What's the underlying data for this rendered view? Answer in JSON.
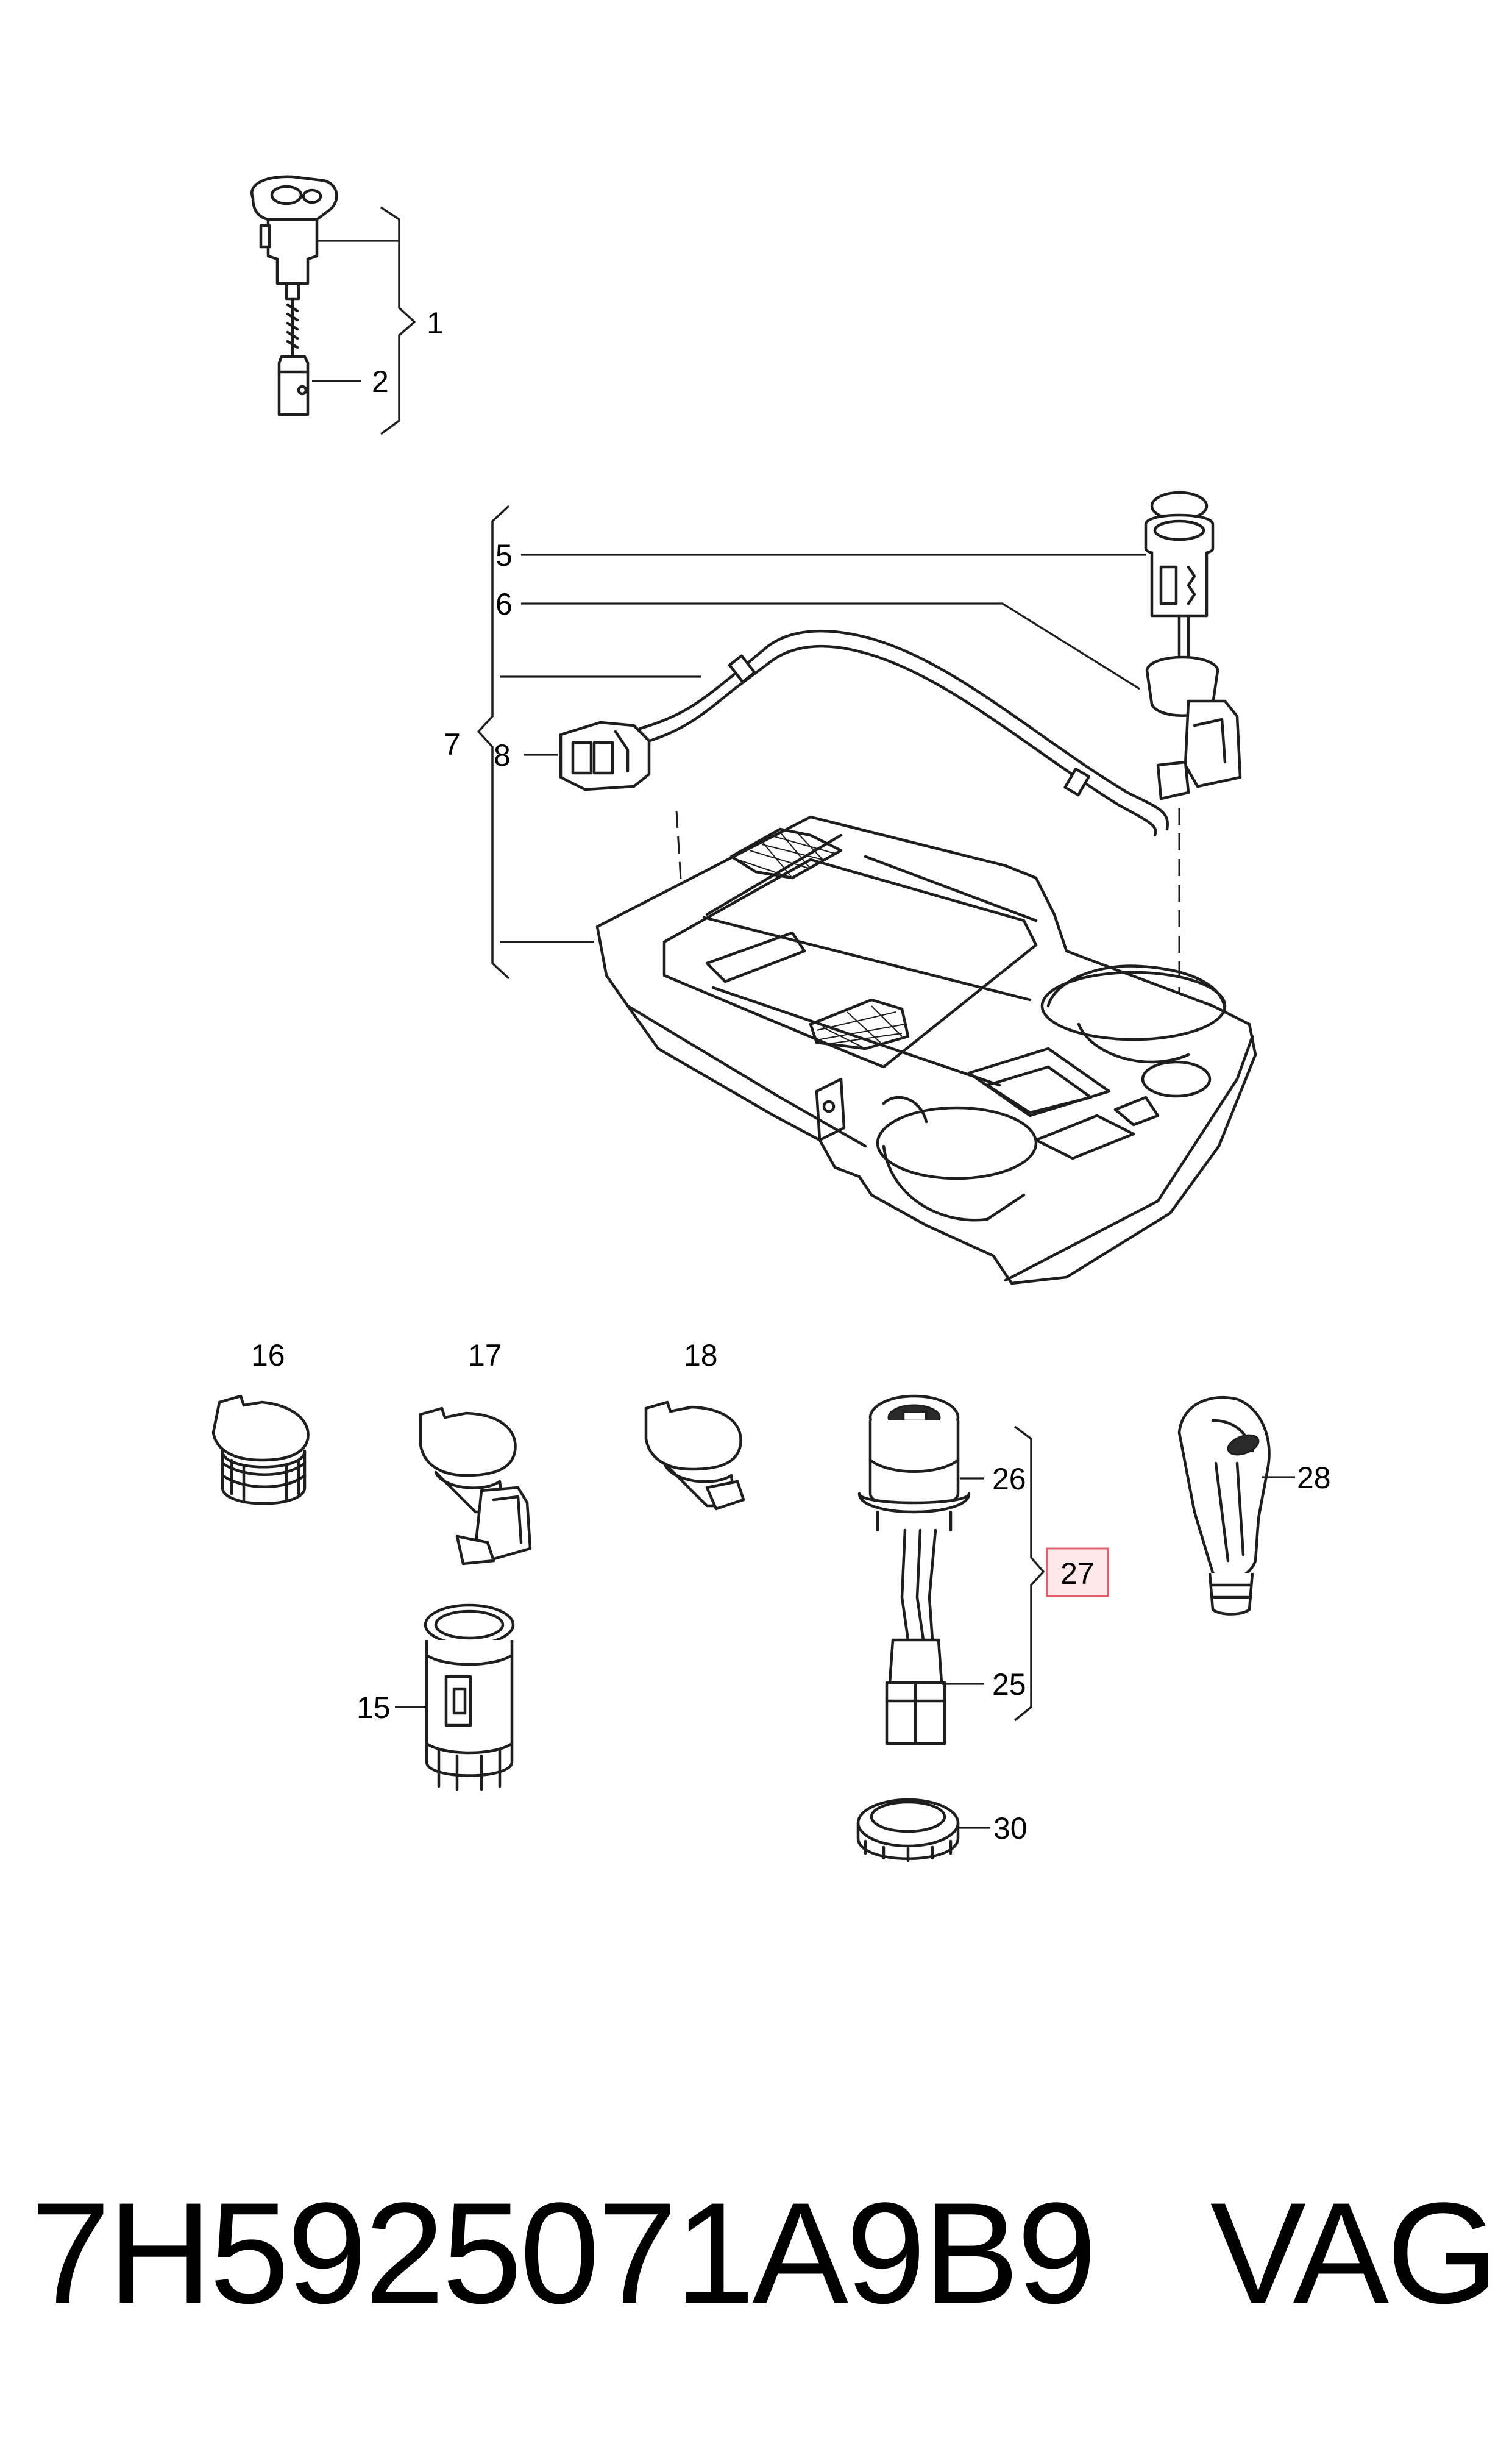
{
  "callouts": {
    "c1": "1",
    "c2": "2",
    "c5": "5",
    "c6": "6",
    "c7": "7",
    "c8": "8",
    "c15": "15",
    "c16": "16",
    "c17": "17",
    "c18": "18",
    "c25": "25",
    "c26": "26",
    "c27": "27",
    "c28": "28",
    "c30": "30"
  },
  "highlighted_callout": "27",
  "footer": {
    "part_number": "7H5925071A9B9",
    "brand": "VAG"
  },
  "colors": {
    "line": "#1e1e1e",
    "highlight_fill": "#fde8ea",
    "highlight_border": "#e06070"
  }
}
